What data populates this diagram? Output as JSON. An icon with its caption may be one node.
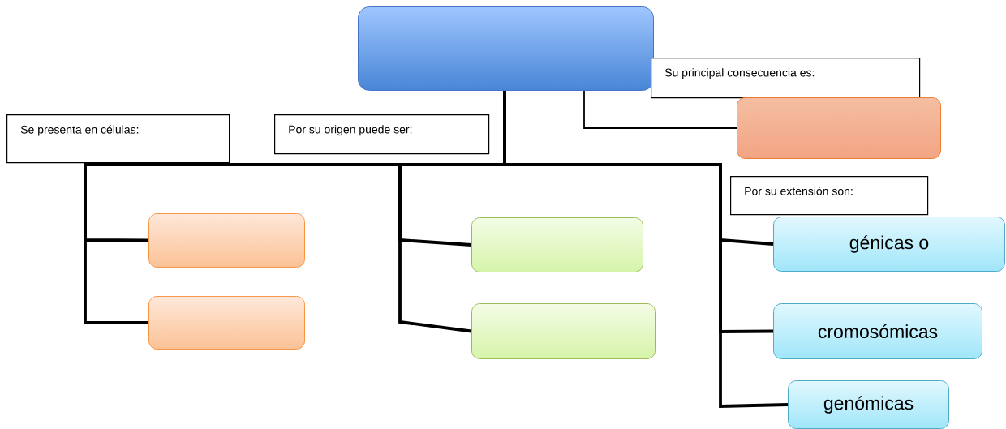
{
  "diagram": {
    "nodes": [
      {
        "text": [],
        "shape": "box"
      },
      {
        "text": [
          "Se presenta en células:"
        ]
      },
      {
        "text": [
          "Por su origen puede ser:"
        ]
      },
      {
        "text": [
          "Su principal consecuencia es:"
        ]
      },
      {
        "text": [],
        "shape": "box"
      },
      {
        "text": [
          "Por su extensión son:"
        ]
      },
      {
        "text": [],
        "shape": "box"
      },
      {
        "text": [],
        "shape": "box"
      },
      {
        "text": [],
        "shape": "box"
      },
      {
        "text": [],
        "shape": "box"
      },
      {
        "text": [
          "génicas o"
        ]
      },
      {
        "text": [
          "cromosómicas"
        ]
      },
      {
        "text": [
          "genómicas"
        ]
      }
    ],
    "edges": [
      {
        "from": 0,
        "to": 4,
        "arrow": "none"
      },
      {
        "from": 0,
        "to": 6,
        "arrow": "none"
      },
      {
        "from": 0,
        "to": 7,
        "arrow": "none"
      },
      {
        "from": 0,
        "to": 8,
        "arrow": "none"
      },
      {
        "from": 0,
        "to": 9,
        "arrow": "none"
      },
      {
        "from": 0,
        "to": 10,
        "arrow": "none"
      },
      {
        "from": 0,
        "to": 11,
        "arrow": "none"
      },
      {
        "from": 0,
        "to": 12,
        "arrow": "none"
      }
    ]
  }
}
